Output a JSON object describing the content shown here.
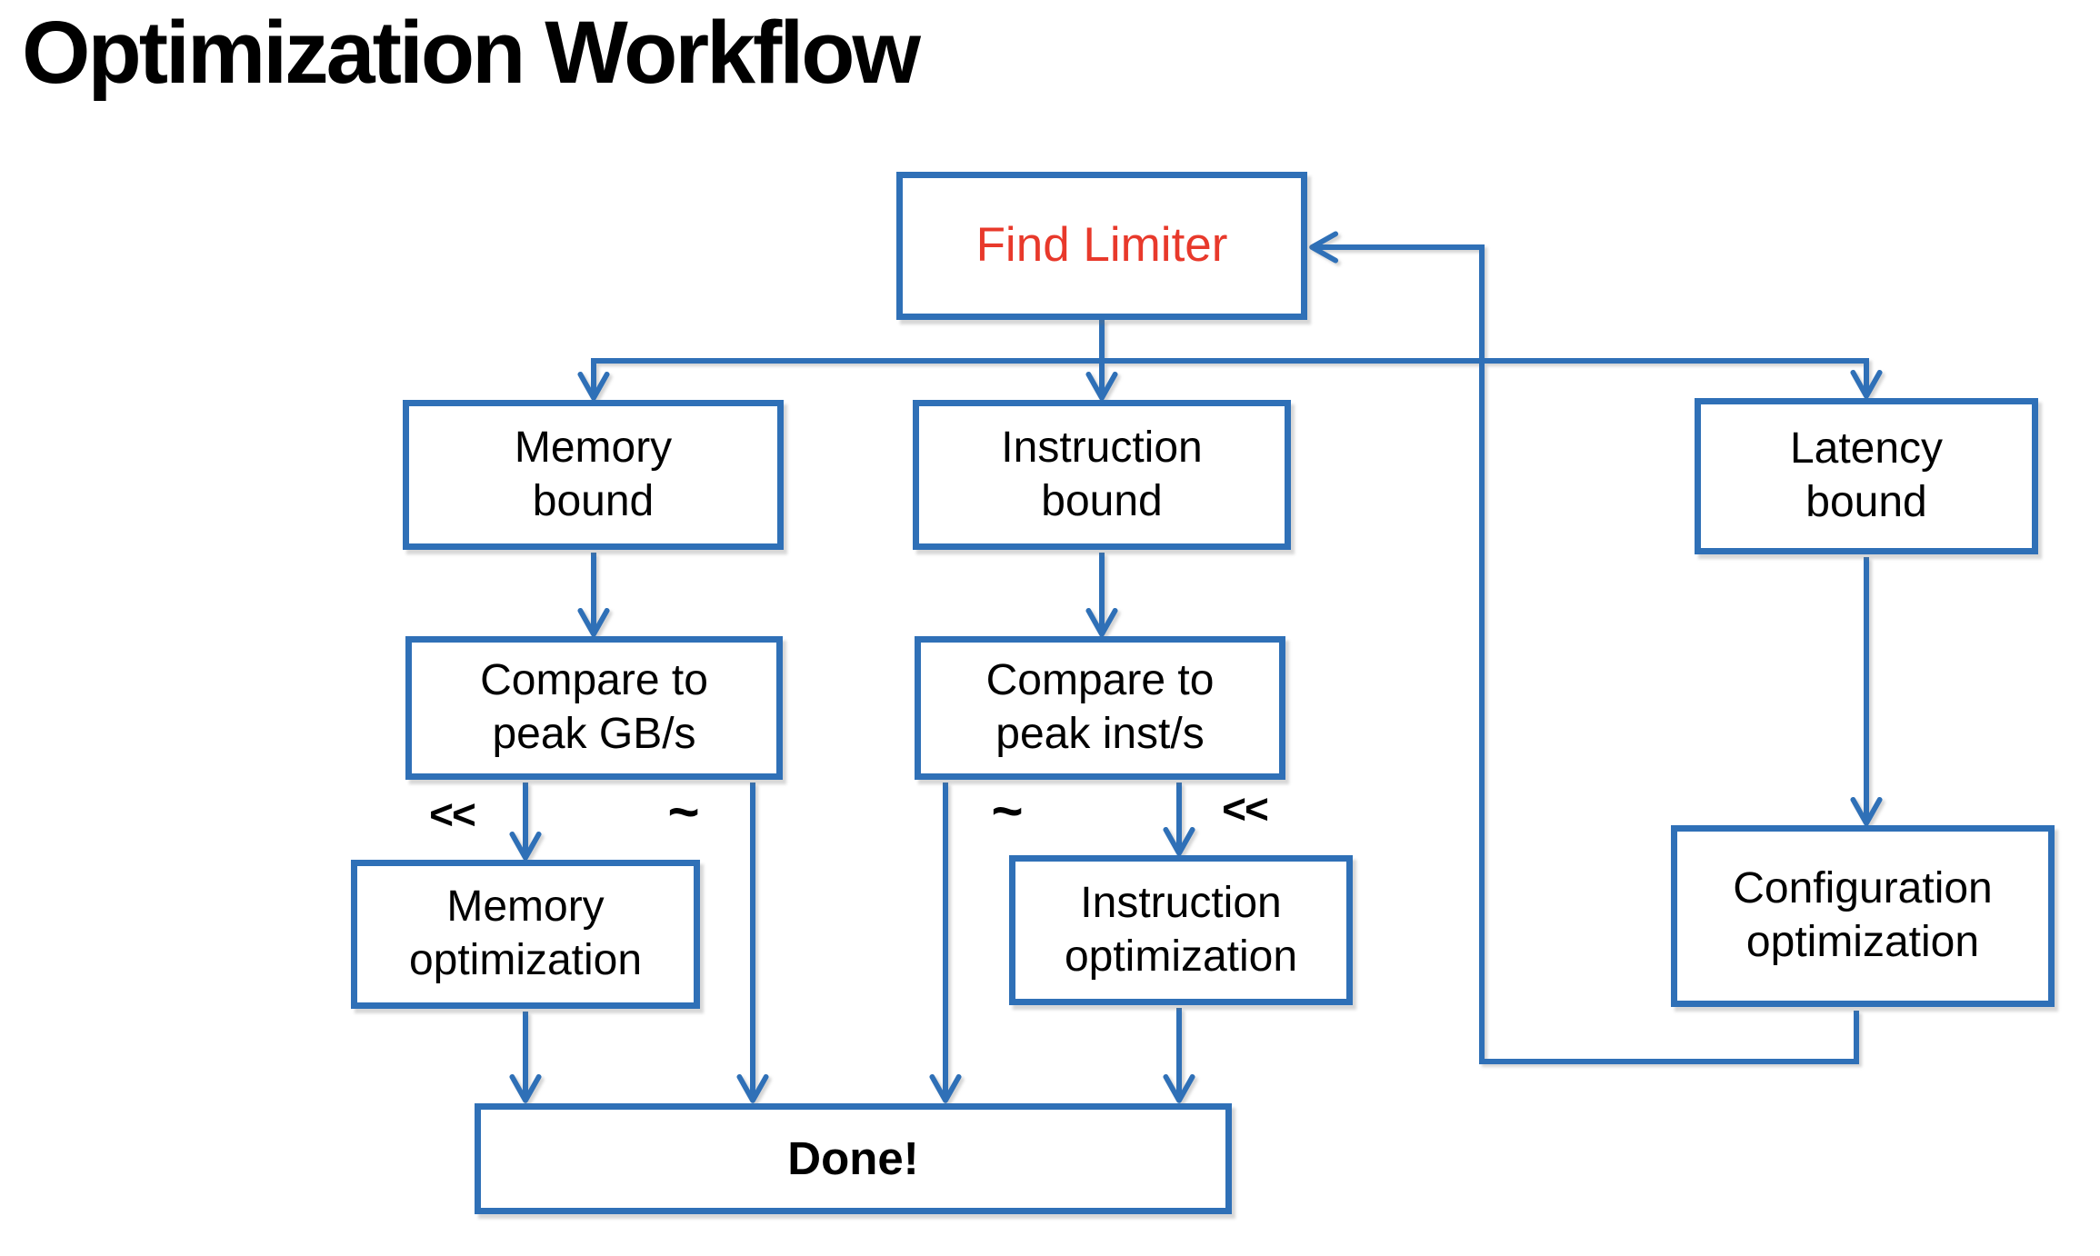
{
  "title": "Optimization Workflow",
  "colors": {
    "diagram_blue": "#2F70B7",
    "limiter_text_red": "#E8392B",
    "text_black": "#000000",
    "background": "#FFFFFF"
  },
  "nodes": {
    "find_limiter": {
      "label": "Find Limiter"
    },
    "memory_bound": {
      "label": "Memory\nbound"
    },
    "instruction_bound": {
      "label": "Instruction\nbound"
    },
    "latency_bound": {
      "label": "Latency\nbound"
    },
    "compare_peak_gbs": {
      "label": "Compare to\npeak GB/s"
    },
    "compare_peak_inst": {
      "label": "Compare to\npeak inst/s"
    },
    "memory_optimization": {
      "label": "Memory\noptimization"
    },
    "instruction_optimization": {
      "label": "Instruction\noptimization"
    },
    "configuration_optimization": {
      "label": "Configuration\noptimization"
    },
    "done": {
      "label": "Done!"
    }
  },
  "edge_labels": {
    "gbs_much_less": "<<",
    "gbs_approx": "~",
    "inst_approx": "~",
    "inst_much_less": "<<"
  },
  "edges": [
    {
      "from": "find_limiter",
      "to": "memory_bound"
    },
    {
      "from": "find_limiter",
      "to": "instruction_bound"
    },
    {
      "from": "find_limiter",
      "to": "latency_bound"
    },
    {
      "from": "memory_bound",
      "to": "compare_peak_gbs"
    },
    {
      "from": "instruction_bound",
      "to": "compare_peak_inst"
    },
    {
      "from": "latency_bound",
      "to": "configuration_optimization"
    },
    {
      "from": "compare_peak_gbs",
      "to": "memory_optimization",
      "label": "<<"
    },
    {
      "from": "compare_peak_gbs",
      "to": "done",
      "label": "~"
    },
    {
      "from": "compare_peak_inst",
      "to": "done",
      "label": "~"
    },
    {
      "from": "compare_peak_inst",
      "to": "instruction_optimization",
      "label": "<<"
    },
    {
      "from": "memory_optimization",
      "to": "done"
    },
    {
      "from": "instruction_optimization",
      "to": "done"
    },
    {
      "from": "configuration_optimization",
      "to": "find_limiter"
    }
  ]
}
